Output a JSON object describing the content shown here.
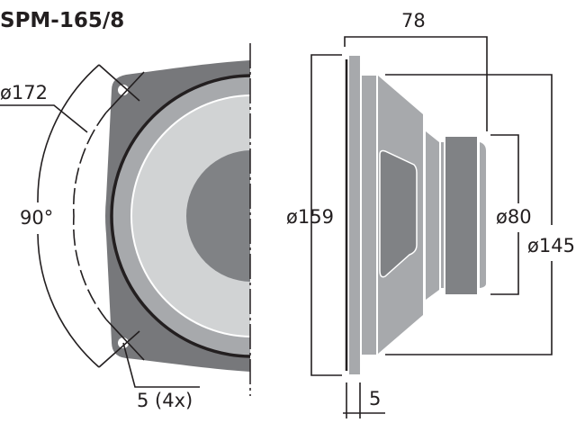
{
  "title": "SPM-165/8",
  "front_view": {
    "mount_circle_label": "ø172",
    "angle_label": "90°",
    "holes_label": "5 (4x)"
  },
  "side_view": {
    "depth_label": "78",
    "outer_diameter_label": "ø159",
    "magnet_diameter_label": "ø80",
    "cutout_diameter_label": "ø145",
    "flange_thickness_label": "5"
  },
  "colors": {
    "frame": "#77787b",
    "surround": "#a7a9ac",
    "cone": "#d1d3d4",
    "dustcap": "#808285",
    "line": "#231f20"
  }
}
